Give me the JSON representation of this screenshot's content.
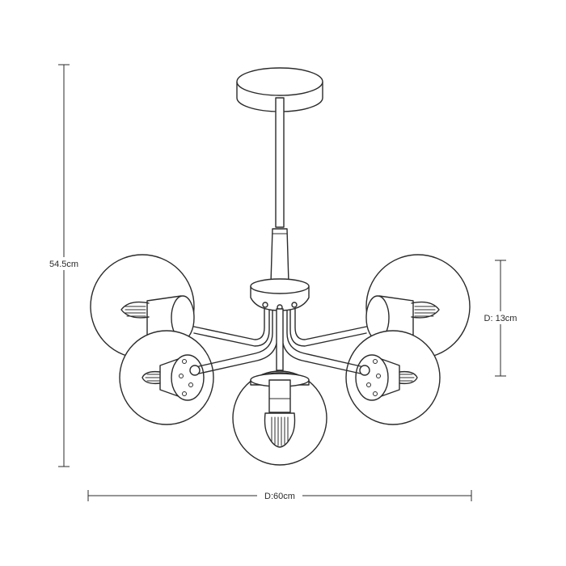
{
  "dimensions": {
    "height": "54.5cm",
    "width": "D:60cm",
    "depth": "D: 13cm"
  },
  "fixture": {
    "bulb_count": 5,
    "type": "chandelier"
  },
  "colors": {
    "line": "#2b2b2b",
    "background": "#ffffff"
  }
}
